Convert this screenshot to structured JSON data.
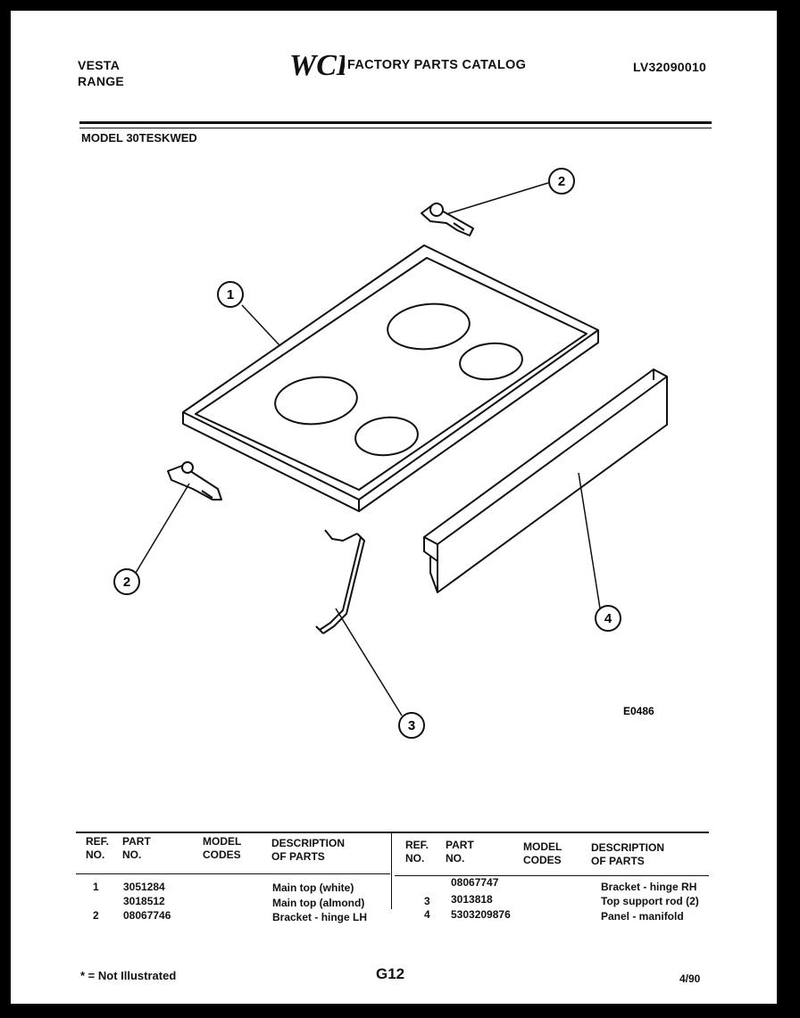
{
  "header": {
    "brand": "VESTA",
    "product": "RANGE",
    "logo_text": "WCI",
    "catalog_title": "FACTORY PARTS CATALOG",
    "catalog_code": "LV32090010",
    "model": "MODEL 30TESKWED"
  },
  "diagram": {
    "figure_code": "E0486",
    "callouts": [
      "1",
      "2",
      "2",
      "3",
      "4"
    ]
  },
  "parts_table": {
    "columns": {
      "ref_no": [
        "REF.",
        "NO."
      ],
      "part_no": [
        "PART",
        "NO."
      ],
      "model_codes": [
        "MODEL",
        "CODES"
      ],
      "description": [
        "DESCRIPTION",
        "OF PARTS"
      ]
    },
    "left_rows": [
      {
        "ref": "1",
        "part": "3051284",
        "codes": "",
        "desc": "Main top (white)"
      },
      {
        "ref": "",
        "part": "3018512",
        "codes": "",
        "desc": "Main top (almond)"
      },
      {
        "ref": "2",
        "part": "08067746",
        "codes": "",
        "desc": "Bracket - hinge LH"
      }
    ],
    "right_rows": [
      {
        "ref": "",
        "part": "08067747",
        "codes": "",
        "desc": "Bracket - hinge RH"
      },
      {
        "ref": "3",
        "part": "3013818",
        "codes": "",
        "desc": "Top support rod (2)"
      },
      {
        "ref": "4",
        "part": "5303209876",
        "codes": "",
        "desc": "Panel - manifold"
      }
    ]
  },
  "footer": {
    "note": "* = Not Illustrated",
    "page": "G12",
    "date": "4/90"
  }
}
